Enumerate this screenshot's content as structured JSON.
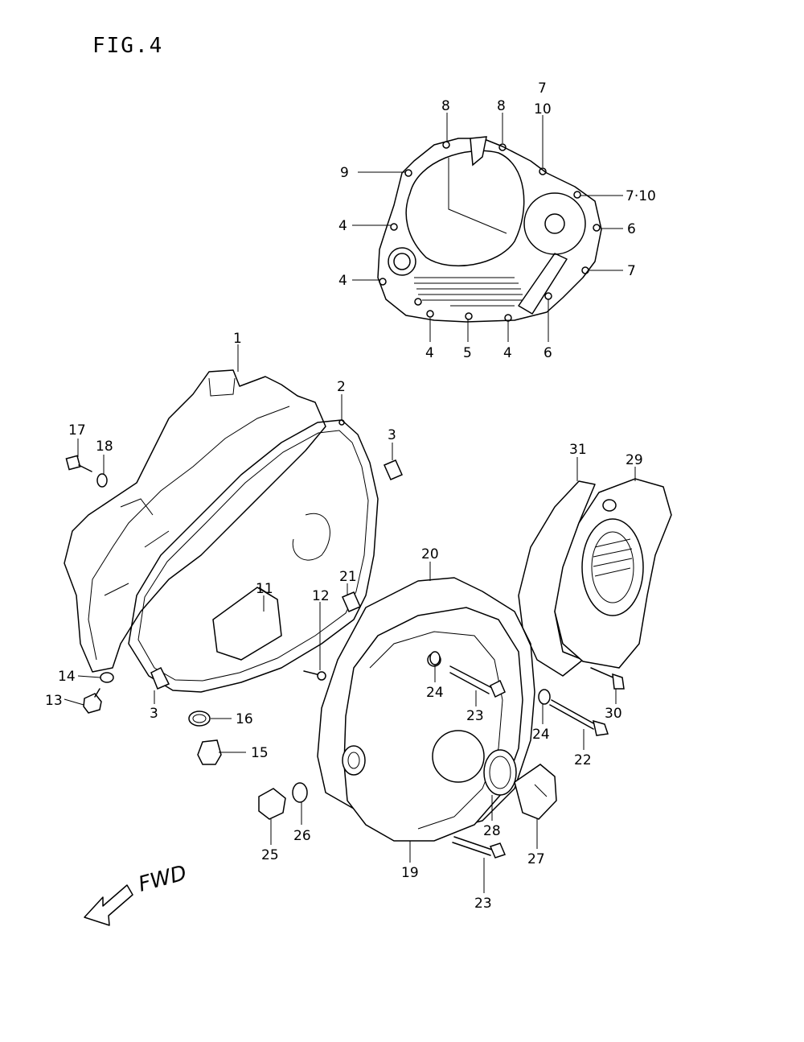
{
  "figure": {
    "title": "FIG.4"
  },
  "direction": {
    "label": "FWD"
  },
  "callouts": [
    {
      "id": "c8a",
      "text": "8"
    },
    {
      "id": "c8b",
      "text": "8"
    },
    {
      "id": "c7top",
      "text": "7"
    },
    {
      "id": "c10top",
      "text": "10"
    },
    {
      "id": "c9",
      "text": "9"
    },
    {
      "id": "c710",
      "text": "7·10"
    },
    {
      "id": "c4a",
      "text": "4"
    },
    {
      "id": "c6a",
      "text": "6"
    },
    {
      "id": "c7b",
      "text": "7"
    },
    {
      "id": "c4b",
      "text": "4"
    },
    {
      "id": "c4c",
      "text": "4"
    },
    {
      "id": "c5",
      "text": "5"
    },
    {
      "id": "c4d",
      "text": "4"
    },
    {
      "id": "c6b",
      "text": "6"
    },
    {
      "id": "c1",
      "text": "1"
    },
    {
      "id": "c2",
      "text": "2"
    },
    {
      "id": "c3a",
      "text": "3"
    },
    {
      "id": "c17",
      "text": "17"
    },
    {
      "id": "c18",
      "text": "18"
    },
    {
      "id": "c31",
      "text": "31"
    },
    {
      "id": "c29",
      "text": "29"
    },
    {
      "id": "c20",
      "text": "20"
    },
    {
      "id": "c21",
      "text": "21"
    },
    {
      "id": "c11",
      "text": "11"
    },
    {
      "id": "c12",
      "text": "12"
    },
    {
      "id": "c14",
      "text": "14"
    },
    {
      "id": "c13",
      "text": "13"
    },
    {
      "id": "c3b",
      "text": "3"
    },
    {
      "id": "c16",
      "text": "16"
    },
    {
      "id": "c15",
      "text": "15"
    },
    {
      "id": "c24a",
      "text": "24"
    },
    {
      "id": "c23a",
      "text": "23"
    },
    {
      "id": "c24b",
      "text": "24"
    },
    {
      "id": "c30",
      "text": "30"
    },
    {
      "id": "c22",
      "text": "22"
    },
    {
      "id": "c25",
      "text": "25"
    },
    {
      "id": "c26",
      "text": "26"
    },
    {
      "id": "c28",
      "text": "28"
    },
    {
      "id": "c27",
      "text": "27"
    },
    {
      "id": "c19",
      "text": "19"
    },
    {
      "id": "c23b",
      "text": "23"
    }
  ]
}
